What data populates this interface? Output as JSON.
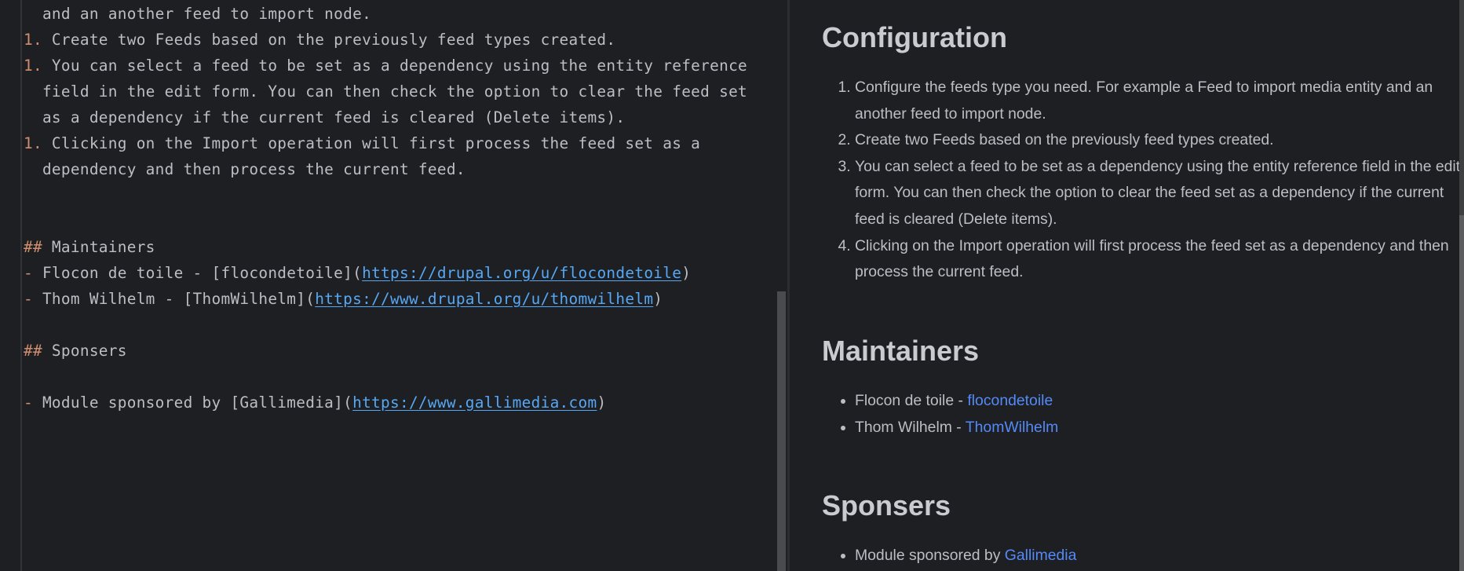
{
  "editor": {
    "lines": [
      {
        "indent": "  ",
        "marker": "",
        "text": "and an another feed to import node."
      },
      {
        "indent": "",
        "marker": "1.",
        "text": " Create two Feeds based on the previously feed types created."
      },
      {
        "indent": "",
        "marker": "1.",
        "text": " You can select a feed to be set as a dependency using the entity reference"
      },
      {
        "indent": "  ",
        "marker": "",
        "text": "field in the edit form. You can then check the option to clear the feed set"
      },
      {
        "indent": "  ",
        "marker": "",
        "text": "as a dependency if the current feed is cleared (Delete items)."
      },
      {
        "indent": "",
        "marker": "1.",
        "text": " Clicking on the Import operation will first process the feed set as a"
      },
      {
        "indent": "  ",
        "marker": "",
        "text": "dependency and then process the current feed."
      },
      {
        "indent": "",
        "marker": "",
        "text": ""
      },
      {
        "indent": "",
        "marker": "",
        "text": ""
      },
      {
        "indent": "",
        "marker": "##",
        "text": " Maintainers"
      },
      {
        "indent": "",
        "marker": "-",
        "text": " Flocon de toile - [flocondetoile](",
        "link": "https://drupal.org/u/flocondetoile",
        "after": ")"
      },
      {
        "indent": "",
        "marker": "-",
        "text": " Thom Wilhelm - [ThomWilhelm](",
        "link": "https://www.drupal.org/u/thomwilhelm",
        "after": ")"
      },
      {
        "indent": "",
        "marker": "",
        "text": ""
      },
      {
        "indent": "",
        "marker": "##",
        "text": " Sponsers"
      },
      {
        "indent": "",
        "marker": "",
        "text": ""
      },
      {
        "indent": "",
        "marker": "-",
        "text": " Module sponsored by [Gallimedia](",
        "link": "https://www.gallimedia.com",
        "after": ")"
      }
    ]
  },
  "preview": {
    "configuration": {
      "heading": "Configuration",
      "items": [
        "Configure the feeds type you need. For example a Feed to import media entity and an another feed to import node.",
        "Create two Feeds based on the previously feed types created.",
        "You can select a feed to be set as a dependency using the entity reference field in the edit form. You can then check the option to clear the feed set as a dependency if the current feed is cleared (Delete items).",
        "Clicking on the Import operation will first process the feed set as a dependency and then process the current feed."
      ]
    },
    "maintainers": {
      "heading": "Maintainers",
      "items": [
        {
          "text": "Flocon de toile - ",
          "link": "flocondetoile"
        },
        {
          "text": "Thom Wilhelm - ",
          "link": "ThomWilhelm"
        }
      ]
    },
    "sponsers": {
      "heading": "Sponsers",
      "items": [
        {
          "text": "Module sponsored by ",
          "link": "Gallimedia"
        }
      ]
    }
  },
  "colors": {
    "background": "#1e1f22",
    "text": "#bcbec4",
    "markdown_marker": "#cf8e6d",
    "editor_link": "#56a8f5",
    "preview_link": "#548af7",
    "heading": "#c9cbd1"
  }
}
